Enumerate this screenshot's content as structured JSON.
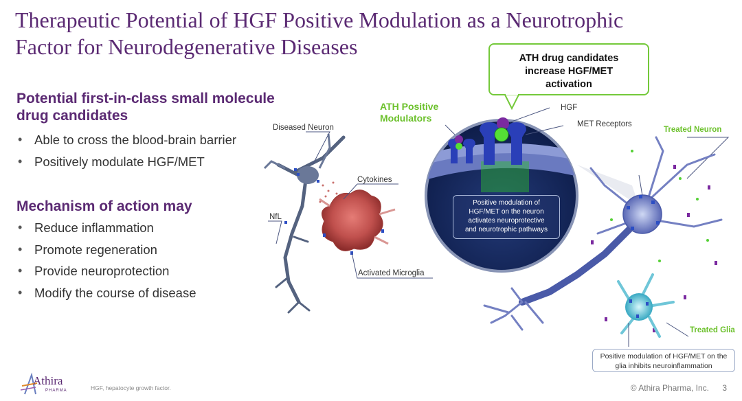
{
  "title": {
    "line1": "Therapeutic Potential of HGF Positive Modulation as a Neurotrophic",
    "line2": "Factor for Neurodegenerative Diseases"
  },
  "left": {
    "section1_heading_line1": "Potential first-in-class small molecule",
    "section1_heading_line2": "drug candidates",
    "section1_bullets": [
      "Able to cross the blood-brain barrier",
      "Positively modulate HGF/MET"
    ],
    "section2_heading": "Mechanism of action may",
    "section2_bullets": [
      "Reduce inflammation",
      "Promote regeneration",
      "Provide neuroprotection",
      "Modify the course of disease"
    ]
  },
  "figure": {
    "diseased_neuron": "Diseased Neuron",
    "cytokines": "Cytokines",
    "nfl": "NfL",
    "activated_microglia": "Activated Microglia",
    "ath_modulators_line1": "ATH Positive",
    "ath_modulators_line2": "Modulators",
    "hgf": "HGF",
    "met_receptors": "MET Receptors",
    "callout_line1": "ATH drug candidates",
    "callout_line2": "increase HGF/MET",
    "callout_line3": "activation",
    "inner_box_line1": "Positive modulation of",
    "inner_box_line2": "HGF/MET on the neuron",
    "inner_box_line3": "activates neuroprotective",
    "inner_box_line4": "and neurotrophic  pathways",
    "treated_neuron": "Treated Neuron",
    "treated_glia": "Treated Glia",
    "glia_box_line1": "Positive modulation of HGF/MET on the",
    "glia_box_line2": "glia inhibits neuroinflammation"
  },
  "footer": {
    "logo_name": "Athira",
    "logo_sub": "PHARMA",
    "footnote": "HGF, hepatocyte growth factor.",
    "copyright": "© Athira Pharma, Inc.",
    "page_number": "3"
  },
  "colors": {
    "title_purple": "#5b2a73",
    "accent_green": "#6cc12c",
    "neuron_blue": "#4a5aa8",
    "microglia_red": "#c0504d"
  }
}
